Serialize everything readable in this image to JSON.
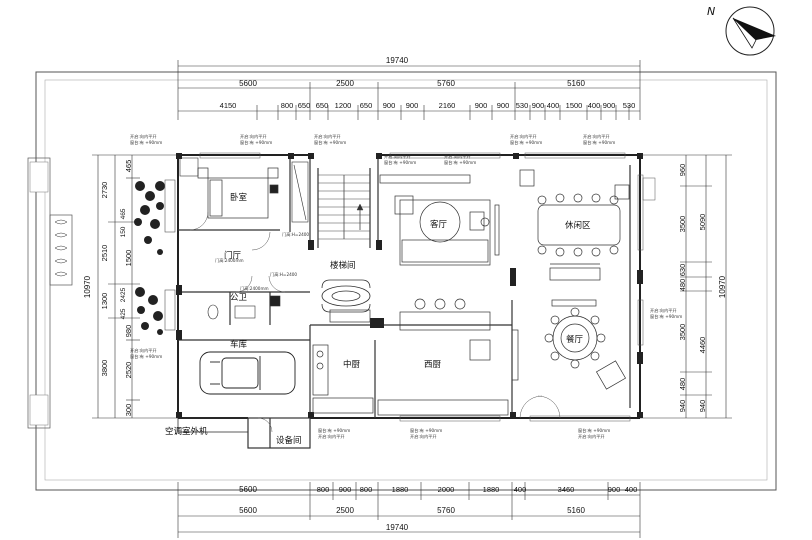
{
  "compass": {
    "letter": "N"
  },
  "dims": {
    "top_total": "19740",
    "top_groups": [
      "5600",
      "2500",
      "5760",
      "5160"
    ],
    "top_detail": [
      "4150",
      "800",
      "650",
      "650",
      "1200",
      "650",
      "900",
      "900",
      "2160",
      "900",
      "900",
      "530",
      "900",
      "400",
      "1500",
      "400",
      "900",
      "530"
    ],
    "bottom_detail": [
      "5600",
      "800",
      "900",
      "800",
      "1880",
      "2000",
      "1880",
      "400",
      "3460",
      "900",
      "400"
    ],
    "bottom_groups": [
      "5600",
      "2500",
      "5760",
      "5160"
    ],
    "bottom_total": "19740",
    "left_total": "10970",
    "left_outer": [
      "2730",
      "2510",
      "1300",
      "3800"
    ],
    "left_inner": [
      "465",
      "1500",
      "980",
      "2520",
      "300"
    ],
    "left_inner_small": [
      "465",
      "150",
      "2425",
      "425"
    ],
    "right_outer": [
      "5090",
      "4460"
    ],
    "right_inner": [
      "960",
      "3500",
      "630",
      "480",
      "3500",
      "480",
      "940"
    ],
    "right_total": "10970",
    "right_extra": "940"
  },
  "rooms": {
    "bedroom": "卧室",
    "foyer": "门厅",
    "stair": "楼梯间",
    "living": "客厅",
    "leisure": "休闲区",
    "powder": "公卫",
    "garage": "车库",
    "chinese_kitchen": "中厨",
    "western_kitchen": "西厨",
    "dining": "餐厅",
    "ac_unit": "空调室外机",
    "equipment": "设备间"
  },
  "notes": {
    "window_a": "开启:向内平开",
    "window_b": "窗台:有 +90mm",
    "door_a": "门高:H=2400",
    "door_b": "门高:2400mm"
  }
}
